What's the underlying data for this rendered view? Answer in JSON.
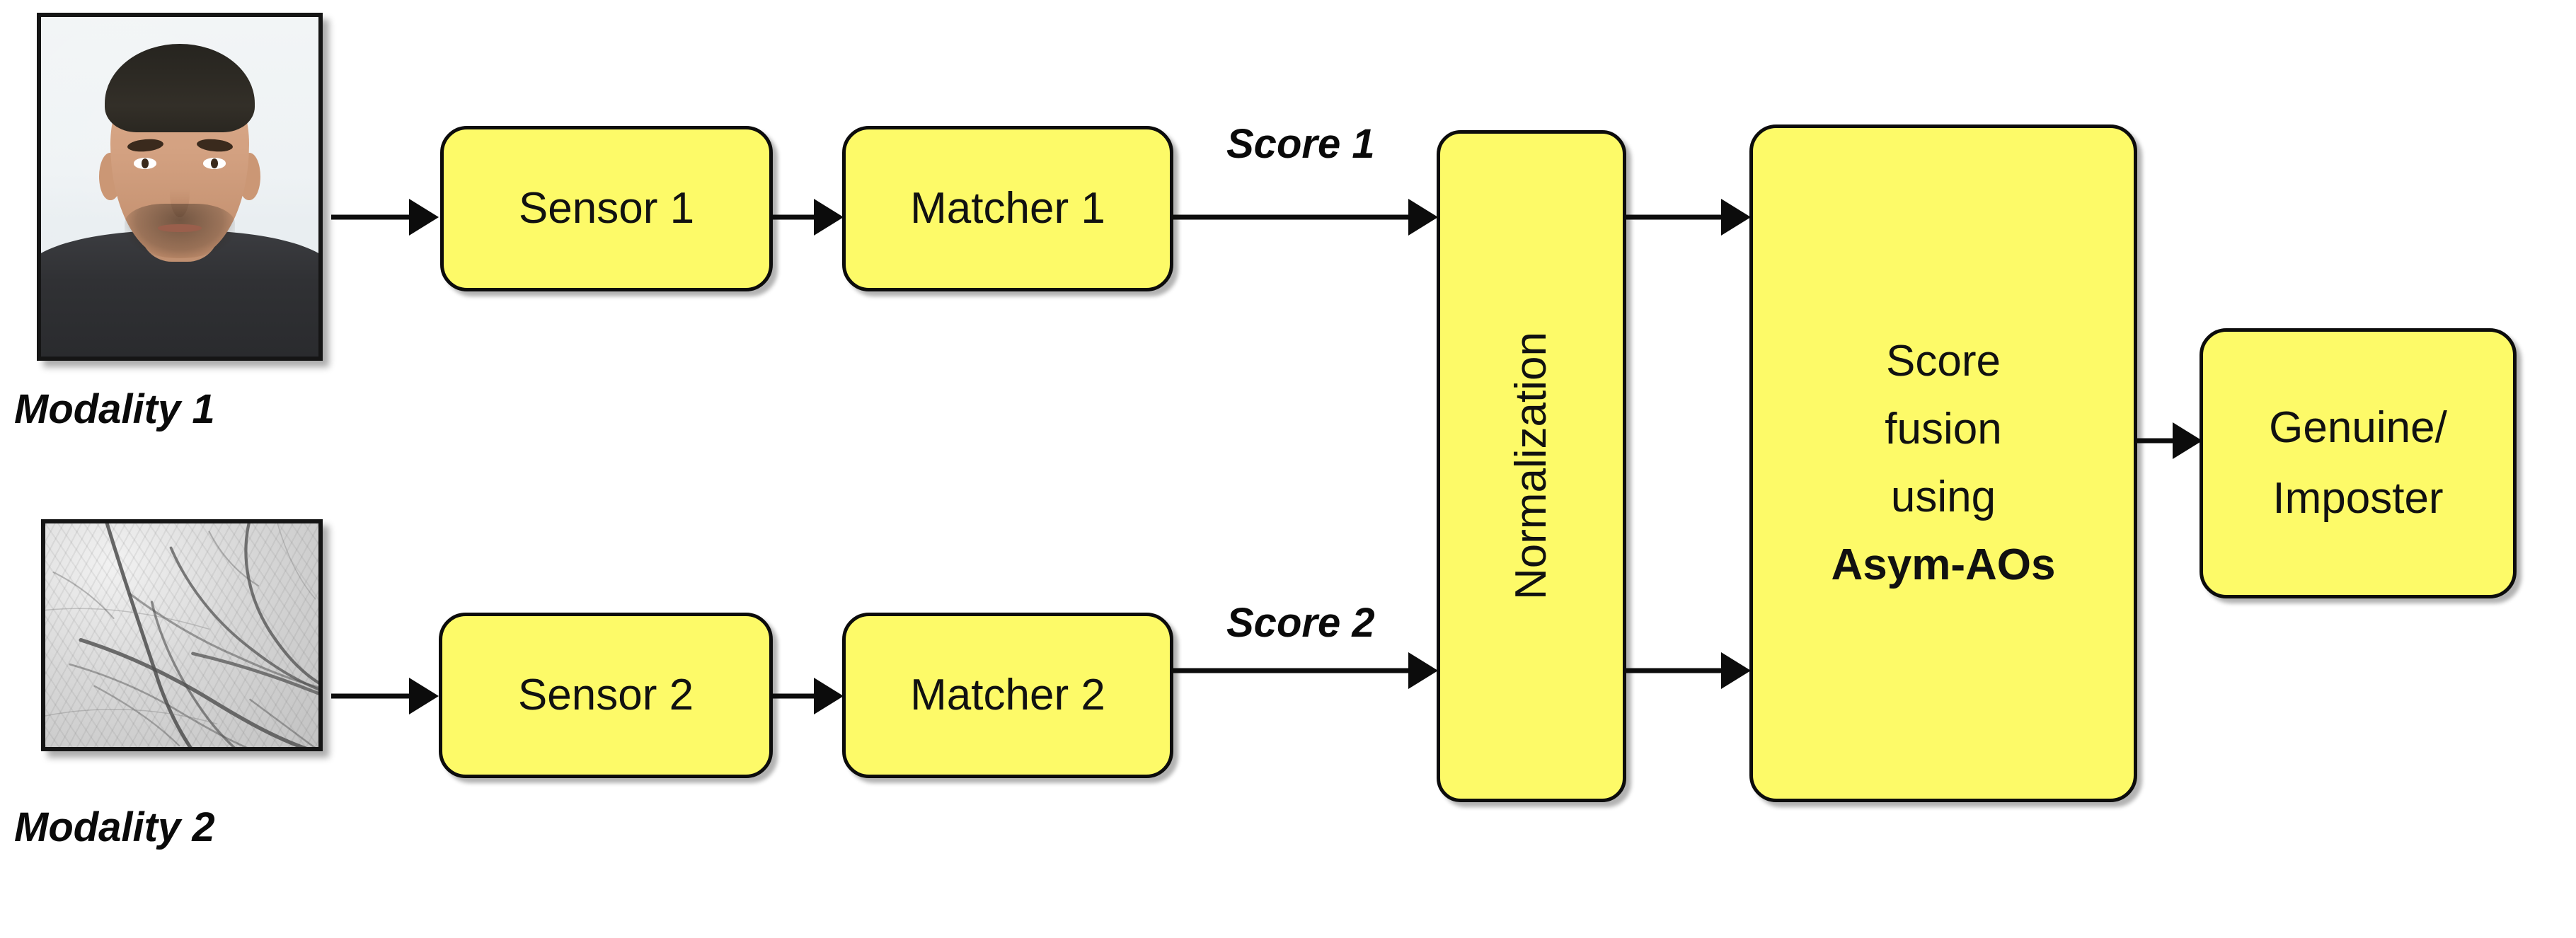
{
  "diagram": {
    "title": "Multimodal biometric score-level fusion pipeline",
    "colors": {
      "box_fill": "#fdfa68",
      "box_border": "#0c0c0c",
      "text": "#111111",
      "connector": "#0c0c0c",
      "background": "#ffffff"
    },
    "inputs": [
      {
        "id": "modality-1",
        "label": "Modality 1",
        "sample": "face-photo"
      },
      {
        "id": "modality-2",
        "label": "Modality 2",
        "sample": "palmprint-image"
      }
    ],
    "nodes": {
      "sensor_1": "Sensor 1",
      "matcher_1": "Matcher 1",
      "sensor_2": "Sensor 2",
      "matcher_2": "Matcher 2",
      "normalization": "Normalization",
      "fusion_line_1": "Score",
      "fusion_line_2": "fusion",
      "fusion_line_3": "using",
      "fusion_line_4": "Asym-AOs",
      "decision_line_1": "Genuine/",
      "decision_line_2": "Imposter"
    },
    "edge_labels": {
      "score_1": "Score 1",
      "score_2": "Score 2"
    }
  }
}
